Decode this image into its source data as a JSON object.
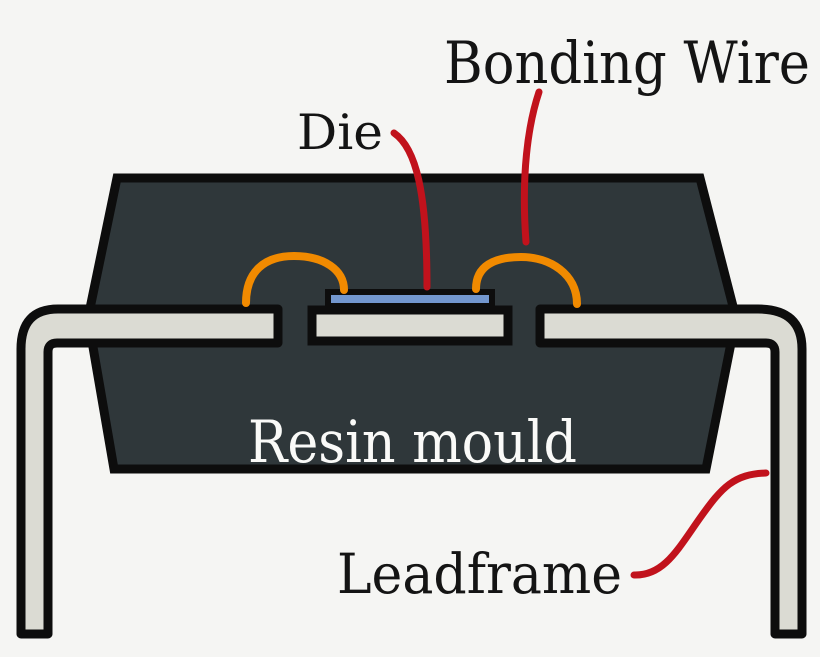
{
  "diagram": {
    "subject": "integrated-circuit-package-cross-section",
    "labels": {
      "bonding_wire": "Bonding Wire",
      "die": "Die",
      "resin_mould": "Resin mould",
      "leadframe": "Leadframe"
    }
  },
  "colors": {
    "background": "#f5f5f3",
    "resin_mould": "#2f373a",
    "leadframe_metal": "#dbdbd3",
    "die_silicon": "#7397ce",
    "bond_wire_orange": "#f18a00",
    "annotation_red": "#c1121c",
    "outline_black": "#0d0d0d",
    "label_dark": "#141414",
    "label_light": "#fafaf8"
  }
}
